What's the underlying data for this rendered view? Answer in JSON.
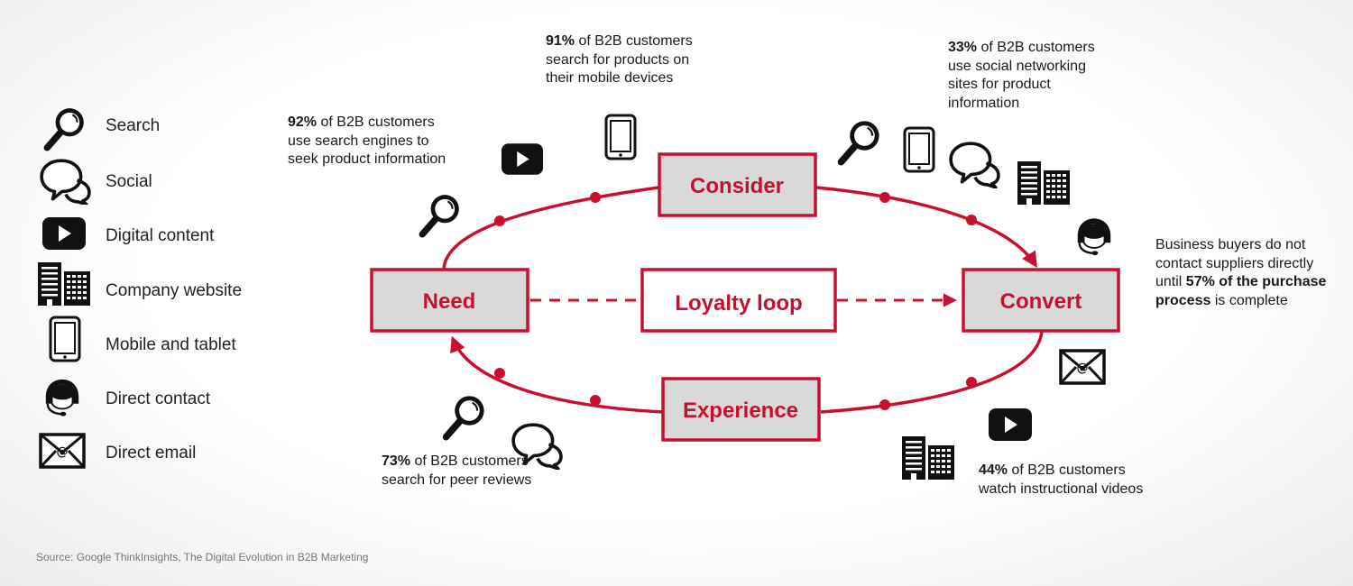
{
  "legend": [
    {
      "icon": "search-icon",
      "label": "Search"
    },
    {
      "icon": "social-icon",
      "label": "Social"
    },
    {
      "icon": "digital-content-icon",
      "label": "Digital content"
    },
    {
      "icon": "company-website-icon",
      "label": "Company website"
    },
    {
      "icon": "mobile-tablet-icon",
      "label": "Mobile and tablet"
    },
    {
      "icon": "direct-contact-icon",
      "label": "Direct contact"
    },
    {
      "icon": "direct-email-icon",
      "label": "Direct email"
    }
  ],
  "stages": {
    "need": "Need",
    "consider": "Consider",
    "convert": "Convert",
    "experience": "Experience",
    "loyalty": "Loyalty loop"
  },
  "stats": {
    "need": {
      "bold": "92%",
      "text": " of B2B customers use search engines to seek product information"
    },
    "consider": {
      "bold": "91%",
      "text": " of B2B customers search for products on their mobile devices"
    },
    "convert_top": {
      "bold": "33%",
      "text": " of B2B customers use social networking sites for product information"
    },
    "convert_side": {
      "text1": "Business buyers do not contact suppliers directly until ",
      "bold": "57% of the purchase process",
      "text2": " is complete"
    },
    "experience": {
      "bold": "73%",
      "text": " of B2B customers search for peer reviews"
    },
    "video": {
      "bold": "44%",
      "text": " of B2B customers watch instructional videos"
    }
  },
  "source": "Source: Google ThinkInsights, The Digital Evolution in B2B Marketing",
  "colors": {
    "accent": "#c8102e",
    "box_fill": "#d9d9d9",
    "icon": "#111111"
  }
}
